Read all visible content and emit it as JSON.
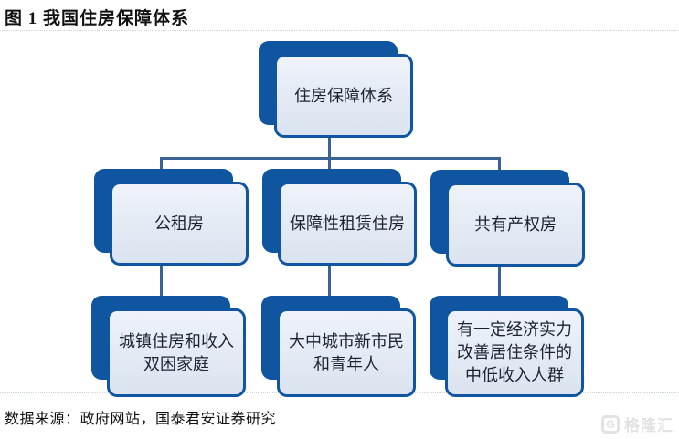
{
  "figure": {
    "title": "图 1 我国住房保障体系",
    "source": "数据来源：政府网站，国泰君安证券研究"
  },
  "tree": {
    "root": {
      "label": "住房保障体系"
    },
    "children": [
      {
        "label": "公租房",
        "child": {
          "label": "城镇住房和收入\n双困家庭"
        }
      },
      {
        "label": "保障性租赁住房",
        "child": {
          "label": "大中城市新市民\n和青年人"
        }
      },
      {
        "label": "共有产权房",
        "child": {
          "label": "有一定经济实力\n改善居住条件的\n中低收入人群"
        }
      }
    ]
  },
  "watermark": {
    "logo_letter": "G",
    "text": "格隆汇"
  },
  "colors": {
    "box_border": "#0f55a0",
    "box_shadow": "#0f55a0",
    "box_fill_top": "#eff3f9",
    "box_fill_bottom": "#dae3ef",
    "connector": "#3a6295",
    "title_text": "#111111",
    "box_text": "#1a2433",
    "watermark_gray": "#e2e2e2"
  }
}
